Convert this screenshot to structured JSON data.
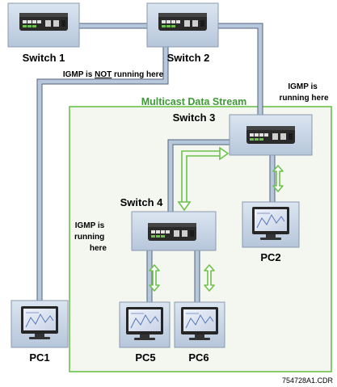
{
  "labels": {
    "switch1": "Switch 1",
    "switch2": "Switch 2",
    "switch3": "Switch 3",
    "switch4": "Switch 4",
    "pc1": "PC1",
    "pc2": "PC2",
    "pc5": "PC5",
    "pc6": "PC6",
    "stream_title": "Multicast Data Stream",
    "igmp_not_pre": "IGMP is ",
    "igmp_not_word": "NOT",
    "igmp_not_post": " running here",
    "igmp_right_1": "IGMP is",
    "igmp_right_2": "running here",
    "igmp_left_1": "IGMP is",
    "igmp_left_2": "running",
    "igmp_left_3": "here",
    "code": "754728A1.CDR"
  },
  "colors": {
    "cable_fill": "#b8c8dc",
    "cable_edge": "#52627a",
    "stream_green": "#6cc24a",
    "device_box": "#c9d6e6",
    "switch_body": "#2a2a2a",
    "screen": "#dde4f1",
    "title_green": "#3d9a36"
  },
  "icons": [
    "network-switch-icon",
    "desktop-pc-icon",
    "double-arrow-icon"
  ]
}
